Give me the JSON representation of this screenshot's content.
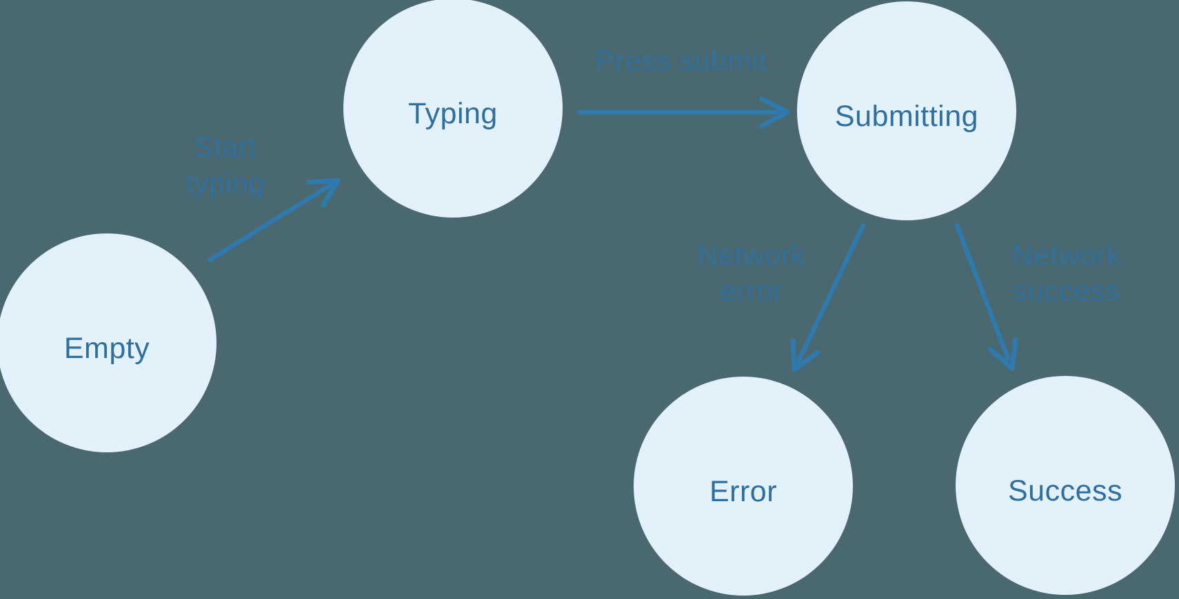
{
  "diagram": {
    "nodes": [
      {
        "id": "empty",
        "label": "Empty"
      },
      {
        "id": "typing",
        "label": "Typing"
      },
      {
        "id": "submitting",
        "label": "Submitting"
      },
      {
        "id": "error",
        "label": "Error"
      },
      {
        "id": "success",
        "label": "Success"
      }
    ],
    "transitions": [
      {
        "from": "empty",
        "to": "typing",
        "label": "Start typing"
      },
      {
        "from": "typing",
        "to": "submitting",
        "label": "Press submit"
      },
      {
        "from": "submitting",
        "to": "error",
        "label": "Network error"
      },
      {
        "from": "submitting",
        "to": "success",
        "label": "Network success"
      }
    ],
    "colors": {
      "background": "#4A6870",
      "node_fill": "#E3F1FB",
      "node_text": "#2E6F9F",
      "arrow": "#2E7AAE",
      "edge_label_text": "#31719F"
    }
  }
}
